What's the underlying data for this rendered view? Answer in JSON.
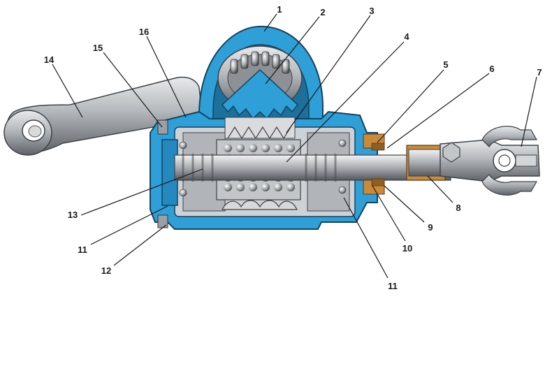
{
  "callouts": [
    {
      "label": "1"
    },
    {
      "label": "2"
    },
    {
      "label": "3"
    },
    {
      "label": "4"
    },
    {
      "label": "5"
    },
    {
      "label": "6"
    },
    {
      "label": "7"
    },
    {
      "label": "8"
    },
    {
      "label": "9"
    },
    {
      "label": "10"
    },
    {
      "label": "11"
    },
    {
      "label": "11"
    },
    {
      "label": "12"
    },
    {
      "label": "13"
    },
    {
      "label": "14"
    },
    {
      "label": "15"
    },
    {
      "label": "16"
    }
  ],
  "colors": {
    "housing": "#2f9fd8",
    "housing_dark": "#1d6f9c",
    "steel": "#b9bcc0",
    "steel_dark": "#6e7276",
    "bronze": "#c98a3c",
    "background": "#ffffff"
  }
}
